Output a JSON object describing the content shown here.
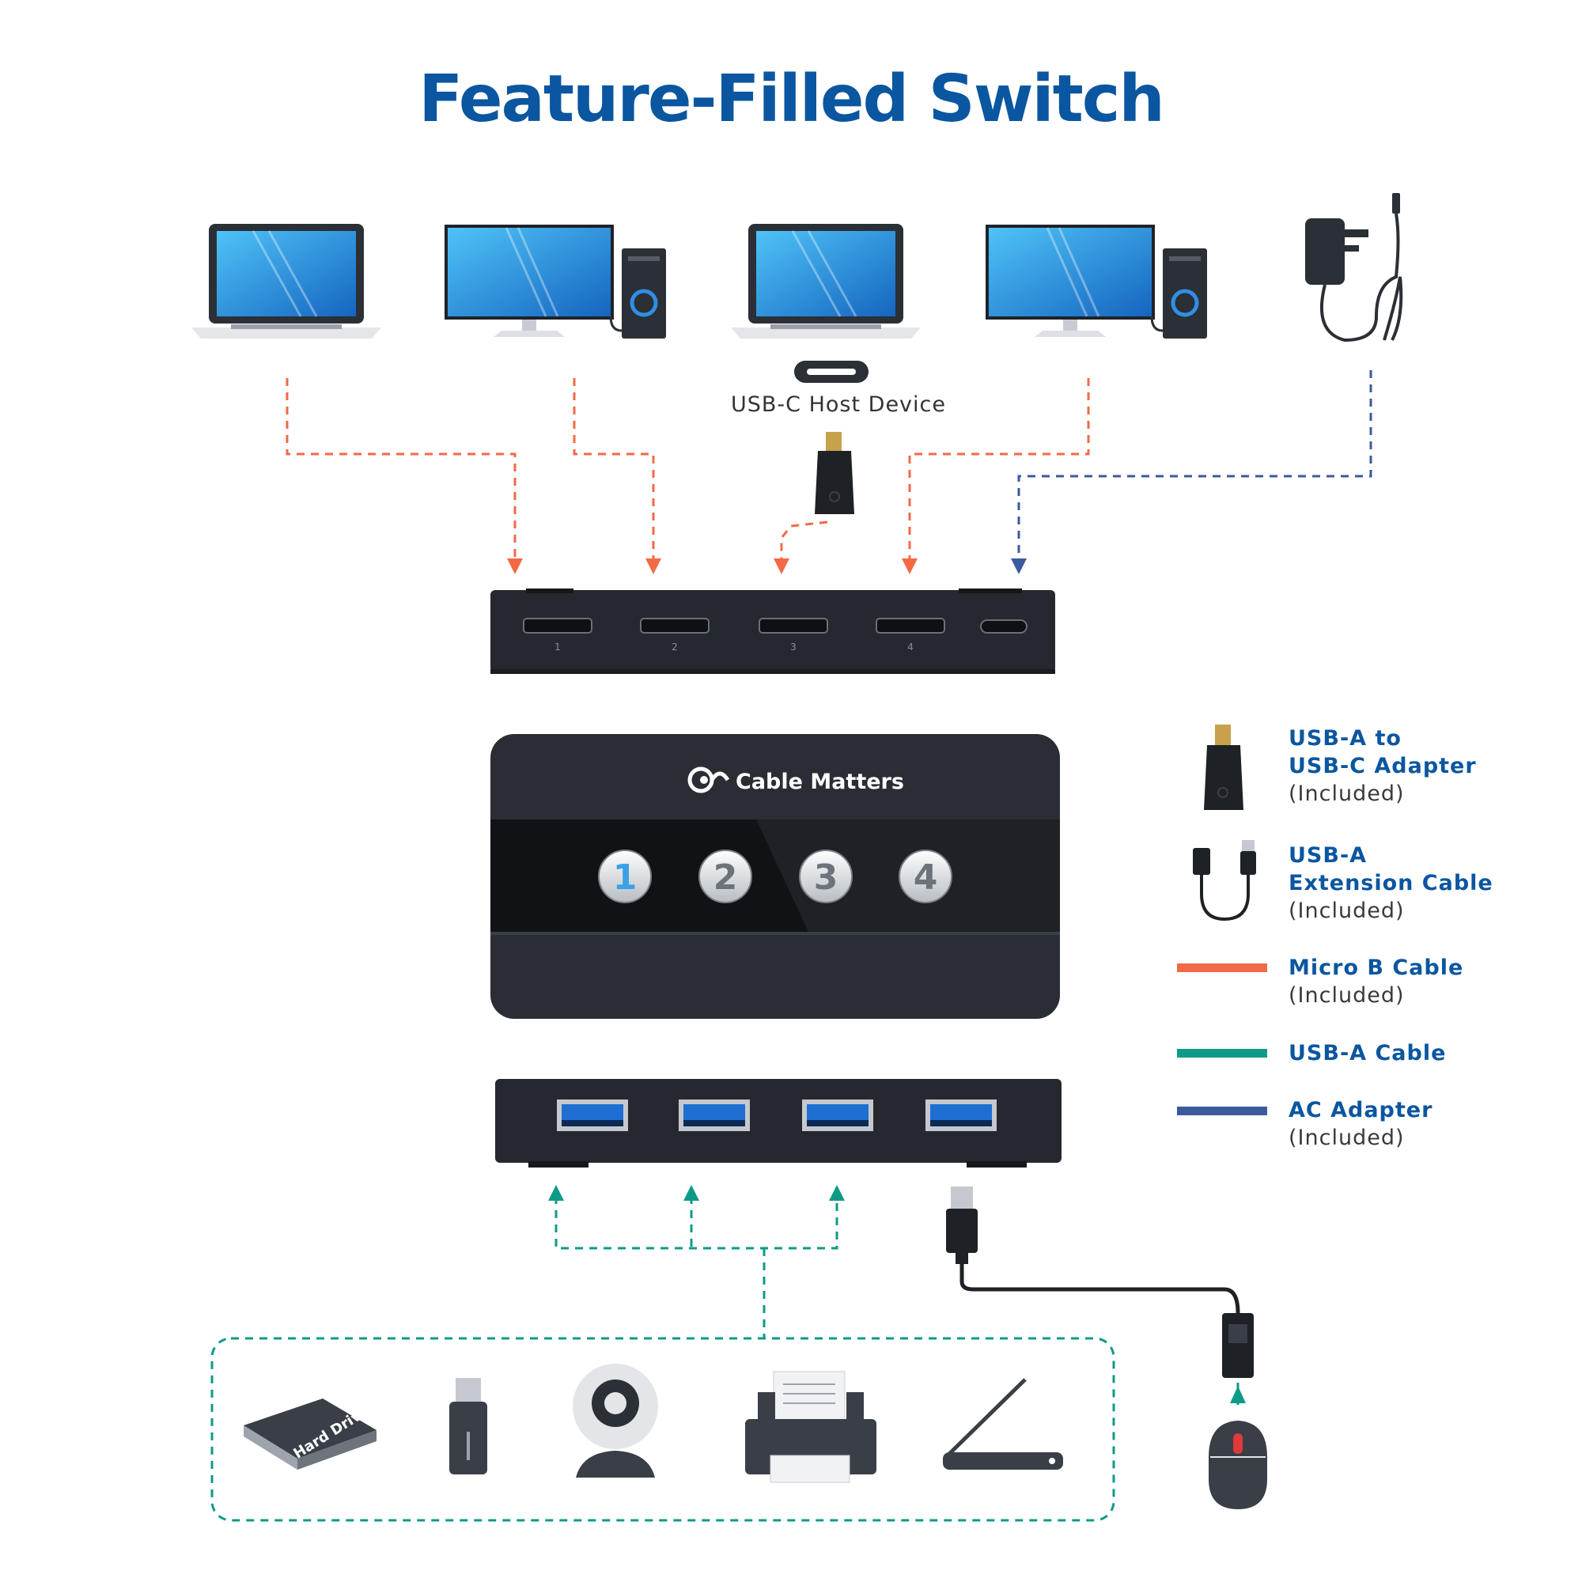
{
  "title": "Feature-Filled Switch",
  "host_device_label": "USB-C Host Device",
  "brand": "Cable Matters",
  "buttons": [
    "1",
    "2",
    "3",
    "4"
  ],
  "ports_top": [
    "1",
    "2",
    "3",
    "4"
  ],
  "hard_drive_label": "Hard Drive",
  "legend": {
    "adapter_line1": "USB-A to",
    "adapter_line2": "USB-C Adapter",
    "adapter_note": "(Included)",
    "ext_line1": "USB-A",
    "ext_line2": "Extension Cable",
    "ext_note": "(Included)",
    "micro_line": "Micro B Cable",
    "micro_note": "(Included)",
    "usba_line": "USB-A Cable",
    "ac_line": "AC Adapter",
    "ac_note": "(Included)"
  },
  "colors": {
    "title": "#0b56a0",
    "micro_b_cable": "#f26a45",
    "usb_a_cable": "#0f9a88",
    "ac_adapter": "#3c5a9e",
    "device_dark": "#3a3f47",
    "screen_blue": "#1f8de0"
  },
  "icons": [
    "laptop-icon",
    "desktop-monitor-icon",
    "tower-pc-icon",
    "ac-adapter-icon",
    "usb-c-port-icon",
    "usb-adapter-icon",
    "hard-drive-icon",
    "usb-flash-drive-icon",
    "webcam-icon",
    "printer-icon",
    "scanner-icon",
    "mouse-icon",
    "usb-extension-cable-icon"
  ]
}
